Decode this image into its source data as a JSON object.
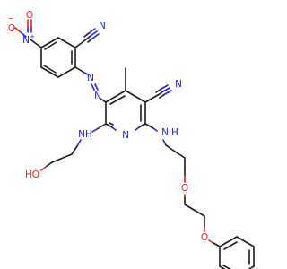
{
  "molecule": {
    "atoms": {
      "nitro_n": "N",
      "nitro_n_charge": "+",
      "nitro_o_minus": "O",
      "nitro_o_minus_charge": "−",
      "nitro_o_double": "O",
      "nitrile1_n": "N",
      "azo_n1": "N",
      "azo_n2": "N",
      "nitrile2_n": "N",
      "pyridine_n": "N",
      "nh_left": "NH",
      "nh_right": "N",
      "nh_right_h": "H",
      "hydroxyl": "HO",
      "ether_o1": "O",
      "ether_o2": "O",
      "methyl_label": ""
    },
    "colors": {
      "carbon": "#1a1a1a",
      "nitrogen": "#2323e6",
      "oxygen": "#e62323",
      "background": "#ffffff"
    }
  }
}
